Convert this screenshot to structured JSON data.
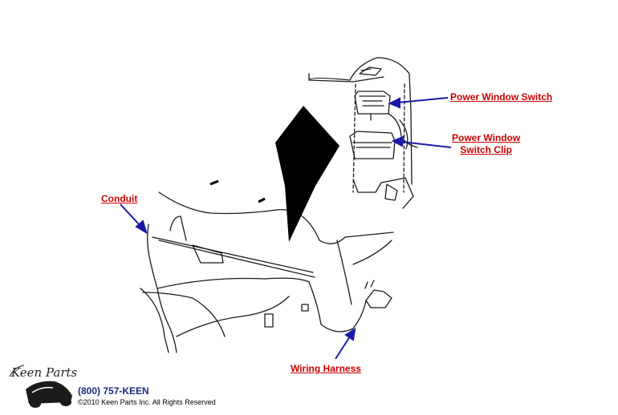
{
  "callouts": {
    "power_window_switch": "Power Window Switch",
    "switch_clip_line1": "Power Window",
    "switch_clip_line2": "Switch Clip",
    "conduit": "Conduit",
    "wiring_harness": "Wiring Harness"
  },
  "footer": {
    "logo_text": "Keen Parts",
    "phone": "(800) 757-KEEN",
    "copyright": "©2010 Keen Parts Inc. All Rights Reserved"
  },
  "colors": {
    "label": "#cc0000",
    "arrow": "#1a1aa6",
    "line_art": "#1a1a1a",
    "phone": "#1a2a7a"
  }
}
